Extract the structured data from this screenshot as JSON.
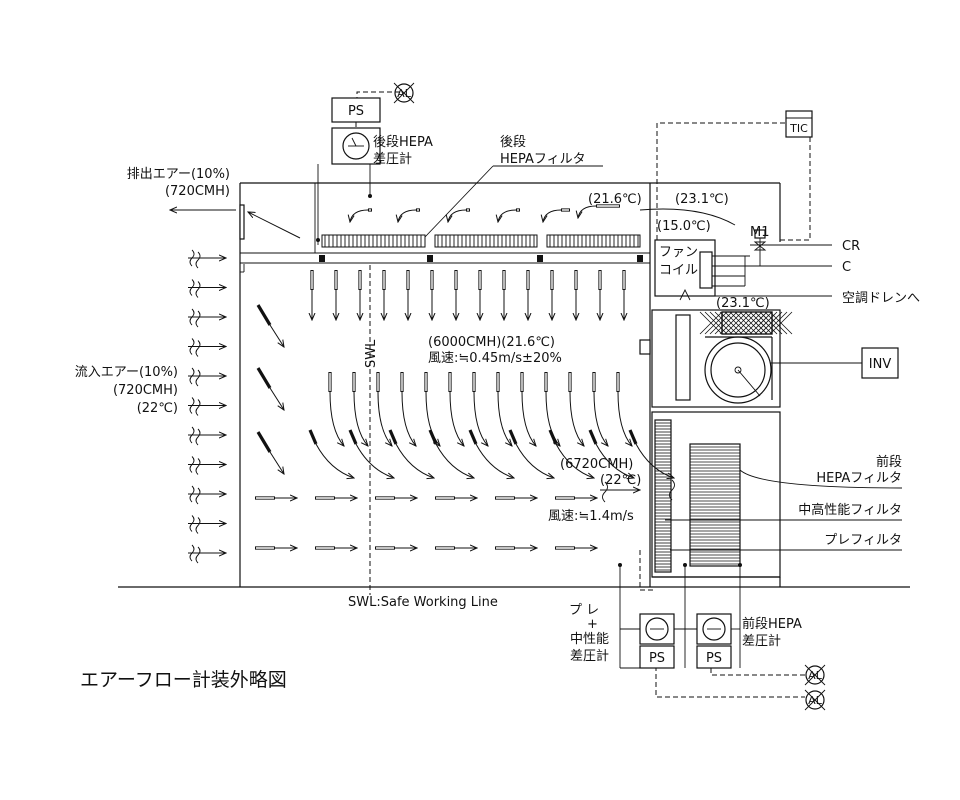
{
  "title": "エアーフロー計装外略図",
  "labels": {
    "ps_top": "PS",
    "al_top": "AL",
    "rear_hepa_gauge_1": "後段HEPA",
    "rear_hepa_gauge_2": "差圧計",
    "rear_hepa_filter_1": "後段",
    "rear_hepa_filter_2": "HEPAフィルタ",
    "exhaust_1": "排出エアー(10%)",
    "exhaust_2": "(720CMH)",
    "temp_216": "(21.6℃)",
    "temp_231": "(23.1℃)",
    "temp_150": "(15.0℃)",
    "tic": "TIC",
    "m1": "M1",
    "cr": "CR",
    "c": "C",
    "fan_coil_1": "ファン",
    "fan_coil_2": "コイル",
    "temp_231_b": "(23.1℃)",
    "aircon_drain": "空調ドレンへ",
    "inv": "INV",
    "flow_main": "(6000CMH)(21.6℃)",
    "velocity_main": "風速:≒0.45m/s±20%",
    "swl": "SWL",
    "inflow_1": "流入エアー(10%)",
    "inflow_2": "(720CMH)",
    "inflow_3": "(22℃)",
    "flow_6720": "(6720CMH)",
    "temp_22": "(22℃)",
    "velocity_14": "風速:≒1.4m/s",
    "front_hepa_1": "前段",
    "front_hepa_2": "HEPAフィルタ",
    "mid_filter": "中高性能フィルタ",
    "pre_filter": "プレフィルタ",
    "swl_legend": "SWL:Safe Working Line",
    "pre_mid_1": "プ レ",
    "pre_mid_2": "+",
    "pre_mid_3": "中性能",
    "pre_mid_4": "差圧計",
    "ps_b1": "PS",
    "ps_b2": "PS",
    "front_gauge_1": "前段HEPA",
    "front_gauge_2": "差圧計",
    "al_b1": "AL",
    "al_b2": "AL"
  }
}
